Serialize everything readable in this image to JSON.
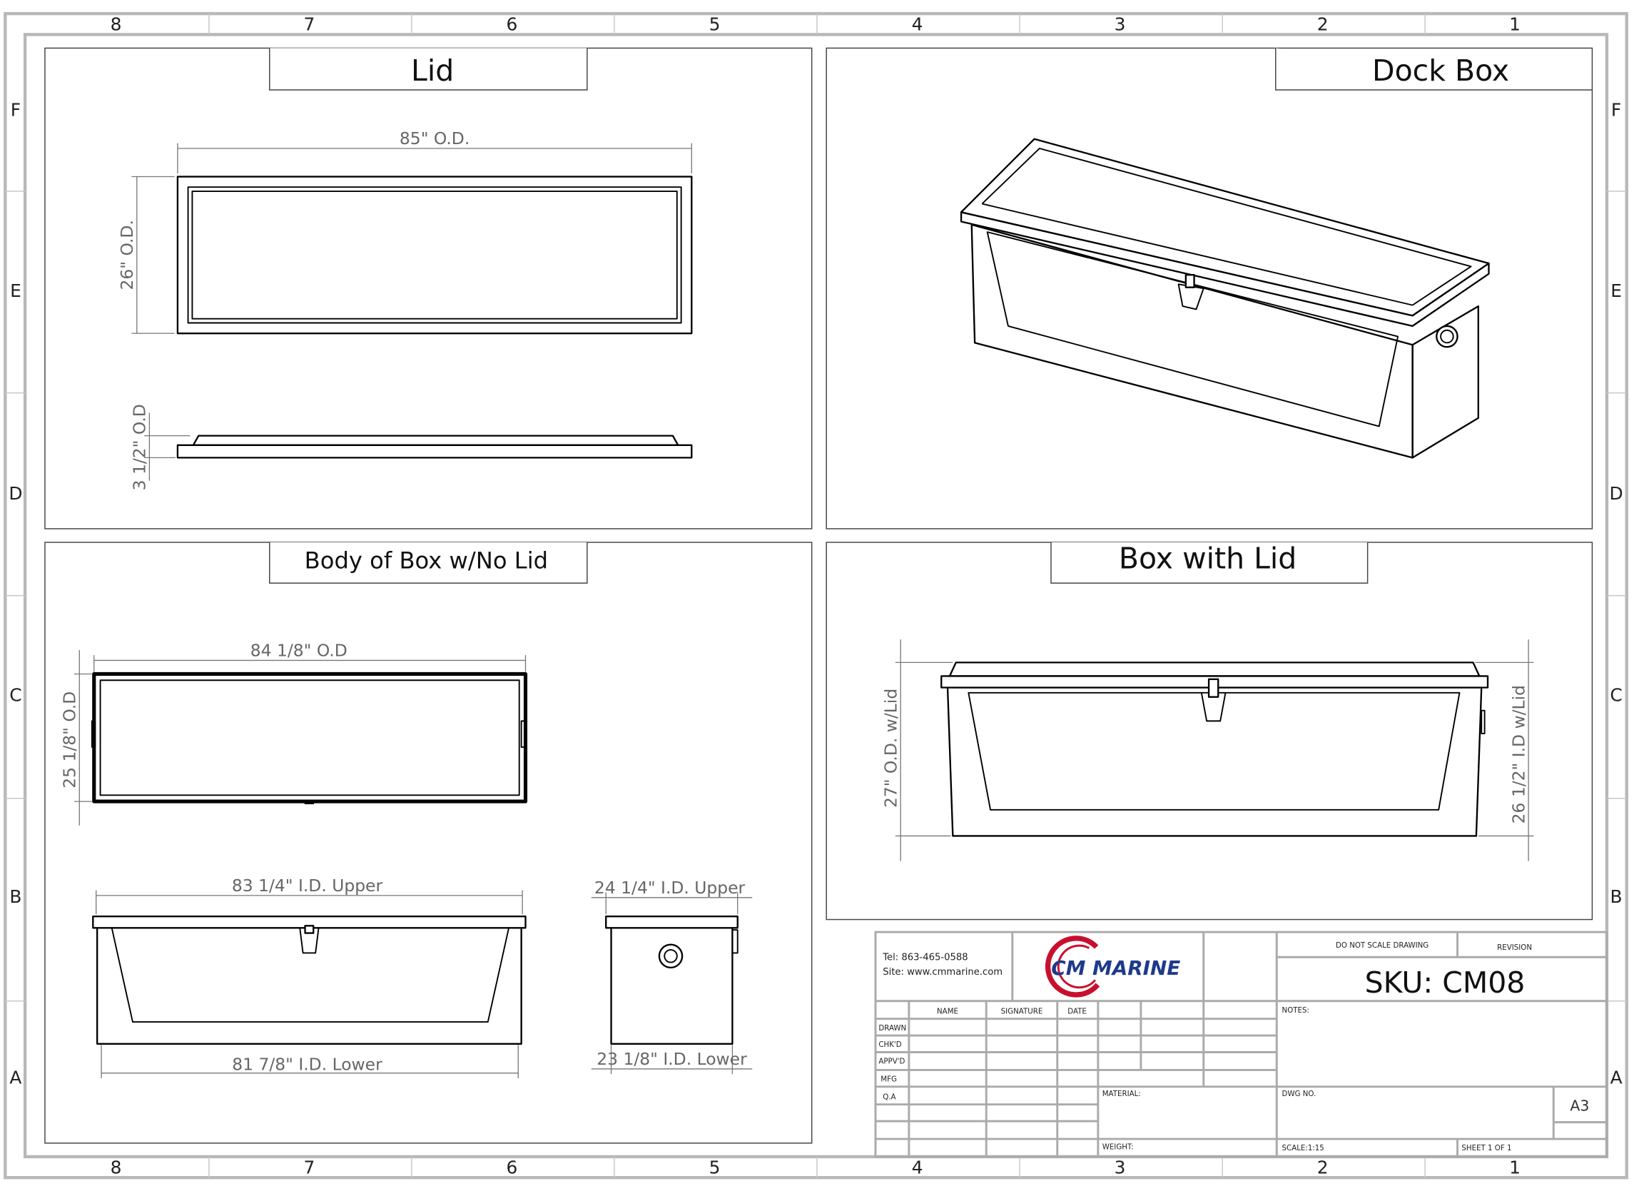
{
  "sheet": {
    "columns_top": [
      "8",
      "7",
      "6",
      "5",
      "4",
      "3",
      "2",
      "1"
    ],
    "rows": [
      "F",
      "E",
      "D",
      "C",
      "B",
      "A"
    ]
  },
  "views": {
    "lid": {
      "title": "Lid",
      "dim_length": "85\" O.D.",
      "dim_width": "26\" O.D.",
      "dim_height": "3 1/2\" O.D"
    },
    "dock_box": {
      "title": "Dock Box"
    },
    "body": {
      "title": "Body of Box w/No Lid",
      "dim_length": "84 1/8\" O.D",
      "dim_width": "25 1/8\" O.D",
      "dim_upper": "83 1/4\" I.D. Upper",
      "dim_lower": "81 7/8\" I.D. Lower",
      "side_upper": "24 1/4\" I.D. Upper",
      "side_lower": "23 1/8\" I.D. Lower"
    },
    "box_with_lid": {
      "title": "Box with Lid",
      "dim_od": "27\" O.D. w/Lid",
      "dim_id": "26 1/2\" I.D w/Lid"
    }
  },
  "title_block": {
    "tel": "Tel: 863-465-0588",
    "site": "Site: www.cmmarine.com",
    "logo_text": "CM MARINE",
    "do_not_scale": "DO NOT SCALE DRAWING",
    "revision": "REVISION",
    "sku": "SKU: CM08",
    "headers": [
      "NAME",
      "SIGNATURE",
      "DATE"
    ],
    "roles": [
      "DRAWN",
      "CHK'D",
      "APPV'D",
      "MFG",
      "Q.A"
    ],
    "notes": "NOTES:",
    "material": "MATERIAL:",
    "dwg_no": "DWG NO.",
    "size": "A3",
    "weight": "WEIGHT:",
    "scale": "SCALE:1:15",
    "sheet": "SHEET 1 OF 1"
  },
  "colors": {
    "logo_red": "#c8102e",
    "logo_blue": "#1f3a8a"
  }
}
